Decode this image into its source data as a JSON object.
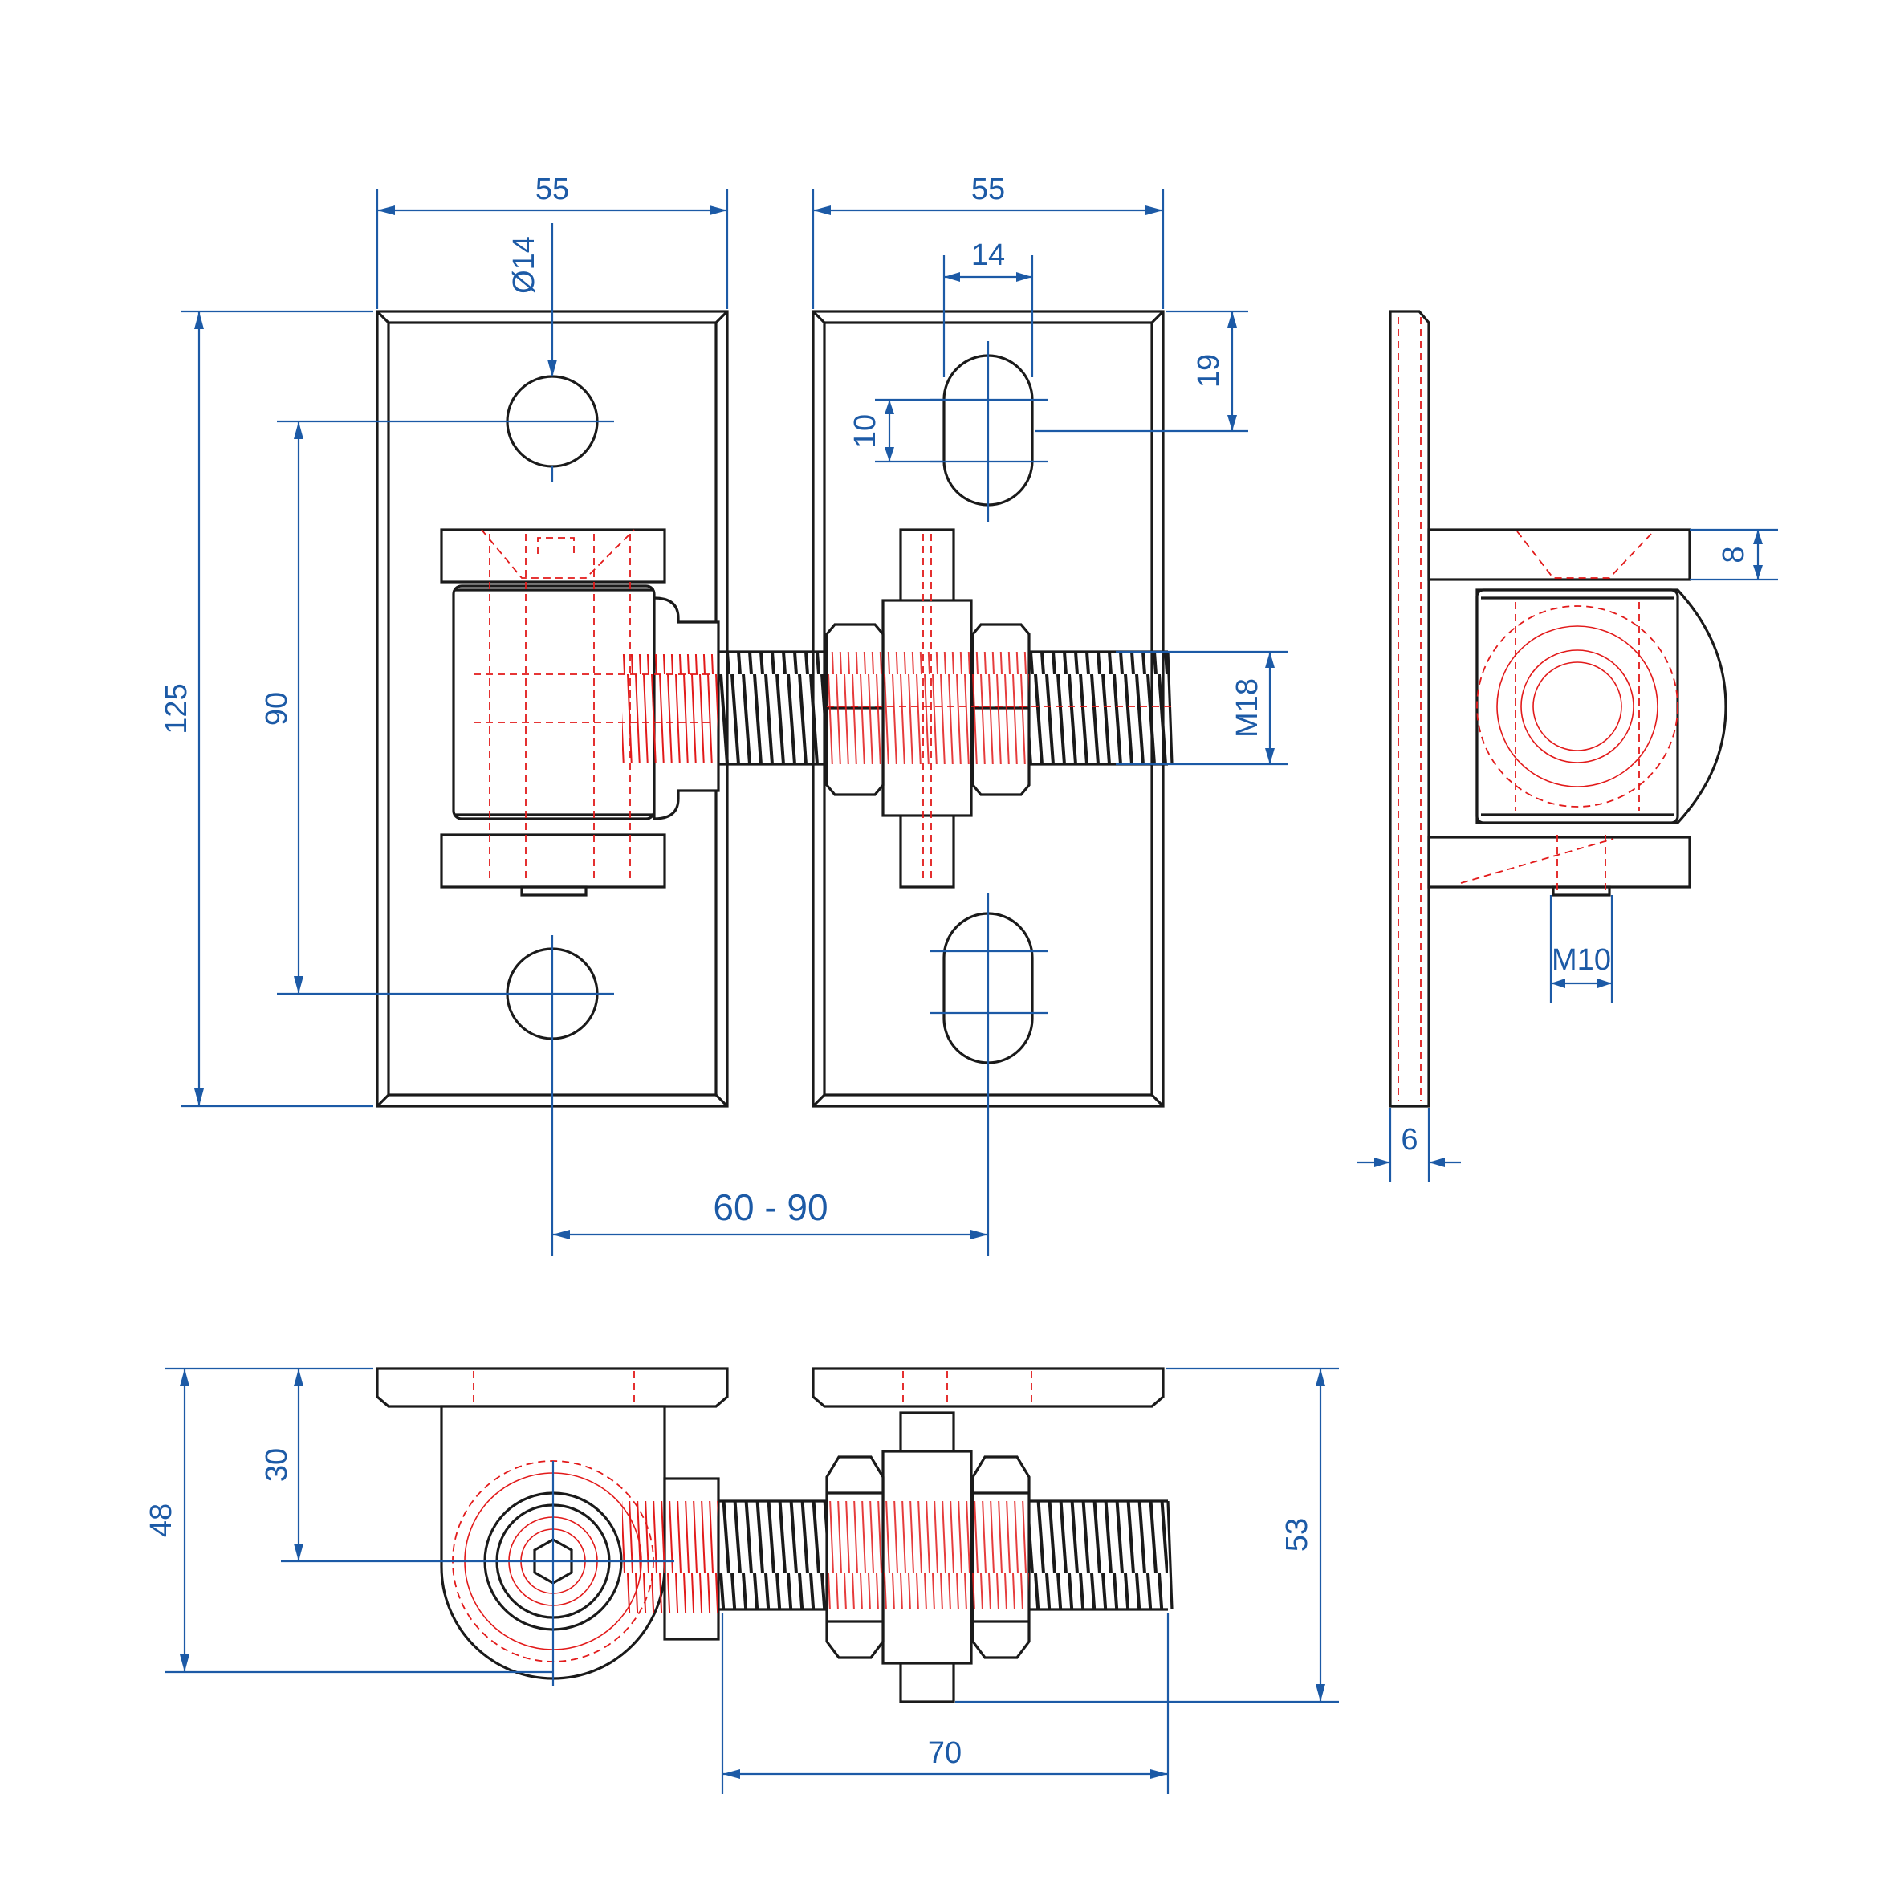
{
  "dimensions": {
    "width_left_plate": "55",
    "width_right_plate": "55",
    "hole_diameter": "Ø14",
    "slot_width": "14",
    "slot_offset": "19",
    "slot_length": "10",
    "height_plate": "125",
    "hole_spacing": "90",
    "thread": "M18",
    "plate_thickness": "8",
    "screw_thread": "M10",
    "side_thickness": "6",
    "adjust_range": "60 - 90",
    "depth_48": "48",
    "depth_30": "30",
    "depth_53": "53",
    "bolt_length": "70"
  },
  "colors": {
    "dimension": "#1c5aa6",
    "hidden_line": "#e21a1a",
    "outline": "#1a1a1a"
  }
}
